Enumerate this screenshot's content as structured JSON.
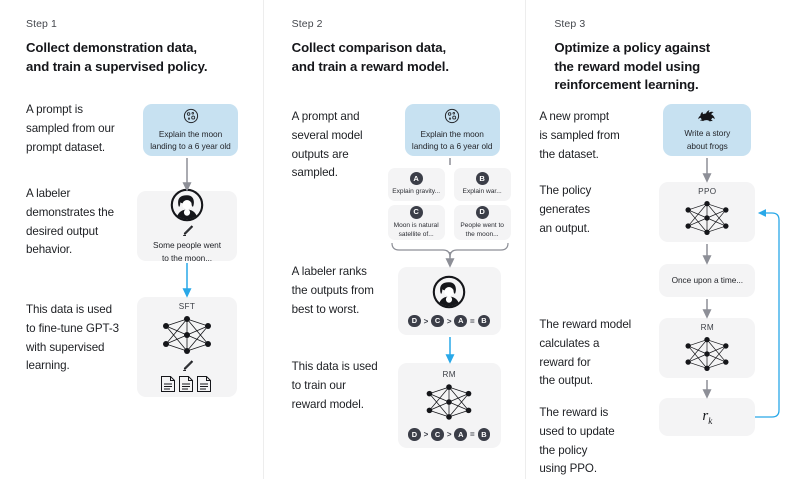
{
  "columns": [
    {
      "step_label": "Step 1",
      "step_title": "Collect demonstration data,\nand train a supervised policy.",
      "paragraphs": [
        "A prompt is\nsampled from our\nprompt dataset.",
        "A labeler\ndemonstrates the\ndesired output\nbehavior.",
        "This data is used\nto fine-tune GPT-3\nwith supervised\nlearning."
      ],
      "nodes": {
        "prompt": {
          "text": "Explain the moon\nlanding to a 6 year old",
          "icon": "moon-icon",
          "color": "#c7e1f1"
        },
        "labeler": {
          "text": "Some people went\nto the moon...",
          "icon": "labeler-icon"
        },
        "sft": {
          "caption": "SFT",
          "icon": "neural-net-icon"
        }
      }
    },
    {
      "step_label": "Step 2",
      "step_title": "Collect comparison data,\nand train a reward model.",
      "paragraphs": [
        "A prompt and\nseveral model\noutputs are\nsampled.",
        "A labeler ranks\nthe outputs from\nbest to worst.",
        "This data is used\nto train our\nreward model."
      ],
      "nodes": {
        "prompt": {
          "text": "Explain the moon\nlanding to a 6 year old",
          "icon": "moon-icon",
          "color": "#c7e1f1"
        },
        "outputs": [
          {
            "badge": "A",
            "text": "Explain gravity..."
          },
          {
            "badge": "B",
            "text": "Explain war..."
          },
          {
            "badge": "C",
            "text": "Moon is natural\nsatellite of..."
          },
          {
            "badge": "D",
            "text": "People went to\nthe moon..."
          }
        ],
        "labeler_rank": {
          "icon": "labeler-icon",
          "ranking": [
            "D",
            ">",
            "C",
            ">",
            "A",
            "=",
            "B"
          ]
        },
        "rm": {
          "caption": "RM",
          "icon": "neural-net-icon",
          "ranking": [
            "D",
            ">",
            "C",
            ">",
            "A",
            "=",
            "B"
          ]
        }
      }
    },
    {
      "step_label": "Step 3",
      "step_title": "Optimize a policy against\nthe reward model using\nreinforcement learning.",
      "paragraphs": [
        "A new prompt\nis sampled from\nthe dataset.",
        "The policy\ngenerates\nan output.",
        "The reward model\ncalculates a\nreward for\nthe output.",
        "The reward is\nused to update\nthe policy\nusing PPO."
      ],
      "nodes": {
        "prompt": {
          "text": "Write a story\nabout frogs",
          "icon": "frog-icon",
          "color": "#c7e1f1"
        },
        "ppo": {
          "caption": "PPO",
          "icon": "neural-net-icon"
        },
        "output": {
          "text": "Once upon a time..."
        },
        "rm": {
          "caption": "RM",
          "icon": "neural-net-icon"
        },
        "reward": {
          "symbol": "r",
          "subscript": "k"
        }
      }
    }
  ],
  "colors": {
    "accent_blue": "#29a8e8",
    "prompt_box": "#c7e1f1",
    "node_gray": "#f4f4f5",
    "arrow_gray": "#8d8f97",
    "text": "#1d1f23"
  }
}
